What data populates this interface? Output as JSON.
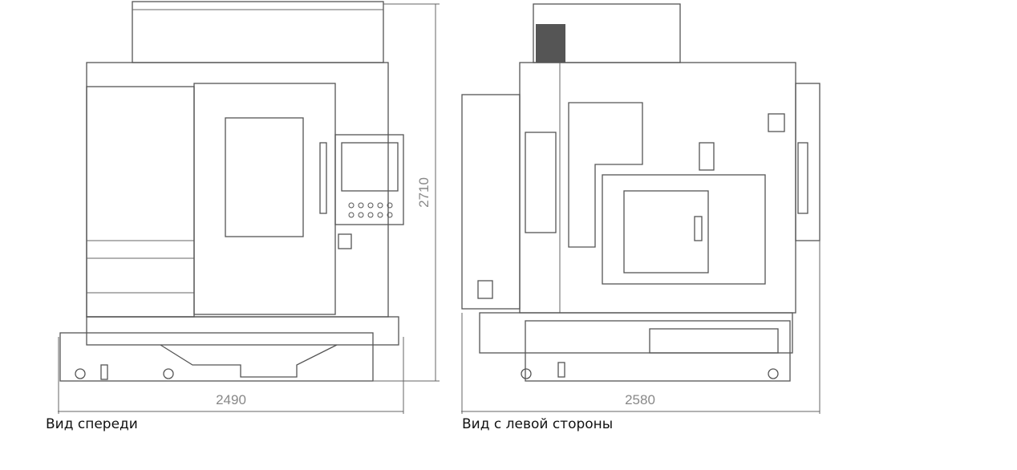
{
  "views": {
    "front": {
      "caption": "Вид спереди",
      "width_dim": "2490",
      "height_dim": "2710"
    },
    "side": {
      "caption": "Вид с левой стороны",
      "width_dim": "2580"
    }
  }
}
